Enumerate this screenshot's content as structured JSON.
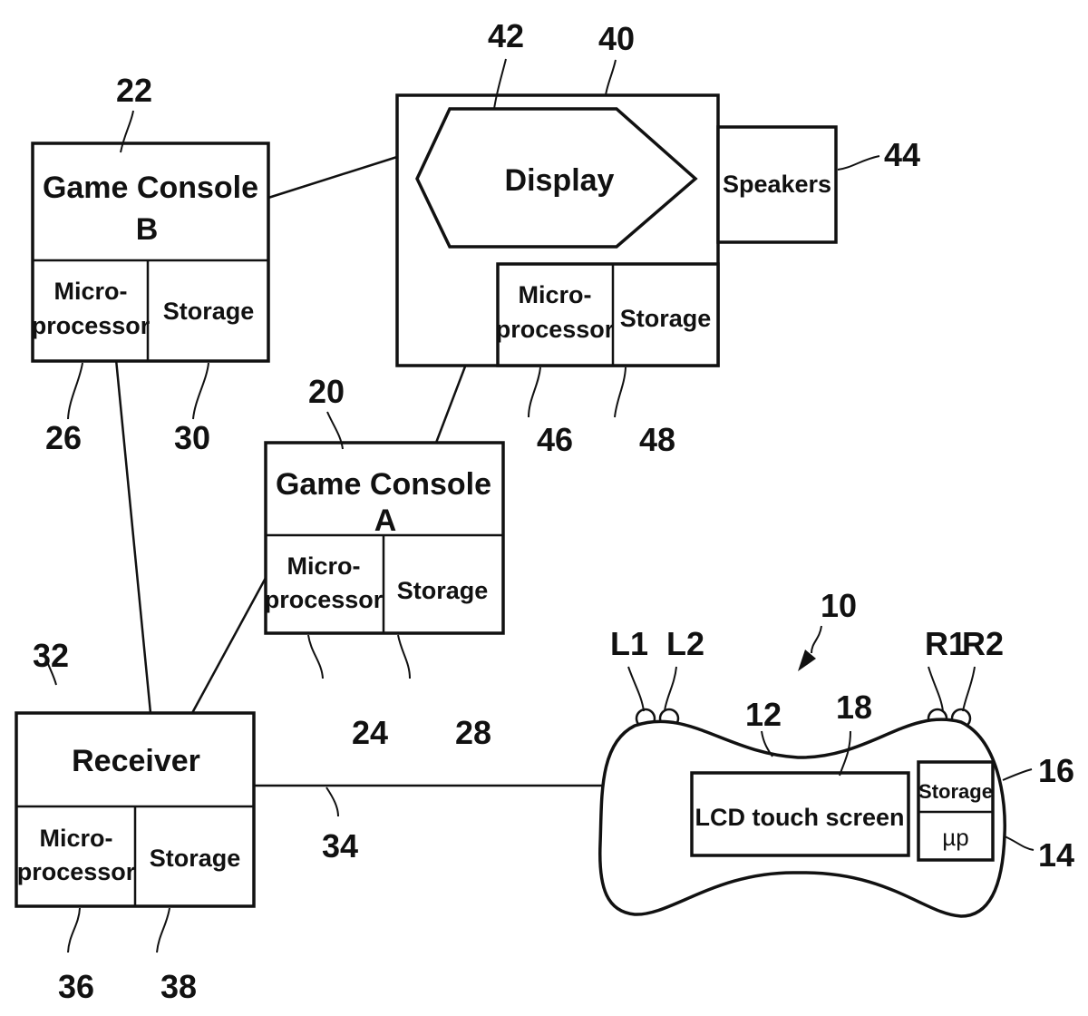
{
  "figure": {
    "device": {
      "ref": "10",
      "body_ref": "12",
      "screen": {
        "label": "LCD touch screen",
        "ref": "18"
      },
      "storage": {
        "label": "Storage",
        "ref": "16"
      },
      "processor": {
        "label": "µp",
        "ref": "14"
      },
      "buttons": [
        "L1",
        "L2",
        "R1",
        "R2"
      ]
    },
    "console_a": {
      "ref": "20",
      "title_line1": "Game Console",
      "title_line2": "A",
      "micro_line1": "Micro-",
      "micro_line2": "processor",
      "micro_ref": "24",
      "storage": "Storage",
      "storage_ref": "28"
    },
    "console_b": {
      "ref": "22",
      "title_line1": "Game Console",
      "title_line2": "B",
      "micro_line1": "Micro-",
      "micro_line2": "processor",
      "micro_ref": "26",
      "storage": "Storage",
      "storage_ref": "30"
    },
    "receiver": {
      "ref": "32",
      "title": "Receiver",
      "micro_line1": "Micro-",
      "micro_line2": "processor",
      "micro_ref": "36",
      "storage": "Storage",
      "storage_ref": "38",
      "link_ref": "34"
    },
    "display_unit": {
      "ref": "40",
      "display_label": "Display",
      "display_ref": "42",
      "speakers_label": "Speakers",
      "speakers_ref": "44",
      "micro_line1": "Micro-",
      "micro_line2": "processor",
      "micro_ref": "46",
      "storage": "Storage",
      "storage_ref": "48"
    }
  }
}
